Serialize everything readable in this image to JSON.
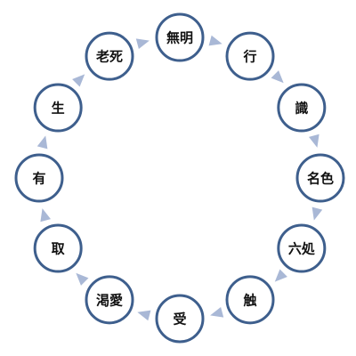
{
  "diagram": {
    "nodes": [
      {
        "label": "無明"
      },
      {
        "label": "行"
      },
      {
        "label": "識"
      },
      {
        "label": "名色"
      },
      {
        "label": "六処"
      },
      {
        "label": "触"
      },
      {
        "label": "受"
      },
      {
        "label": "渇愛"
      },
      {
        "label": "取"
      },
      {
        "label": "有"
      },
      {
        "label": "生"
      },
      {
        "label": "老死"
      }
    ],
    "colors": {
      "node_stroke": "#3e5f8d",
      "node_fill": "#ffffff",
      "arrow": "#a9b8d6",
      "text": "#111111"
    }
  }
}
